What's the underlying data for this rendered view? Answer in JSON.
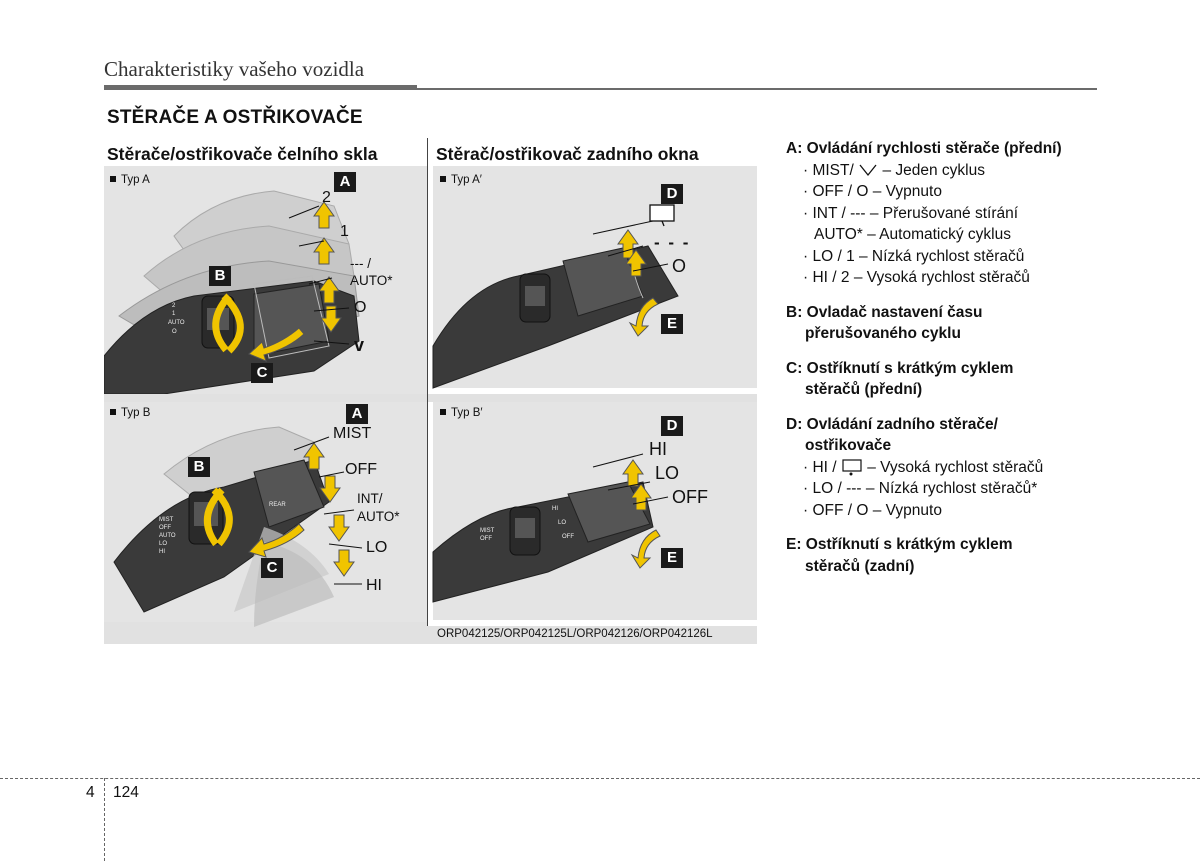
{
  "header": {
    "running_title": "Charakteristiky vašeho vozidla"
  },
  "section": {
    "title": "STĚRAČE A OSTŘIKOVAČE"
  },
  "figure": {
    "left_heading": "Stěrače/ostřikovače čelního skla",
    "right_heading": "Stěrač/ostřikovač zadního okna",
    "codes": "ORP042125/ORP042125L/ORP042126/ORP042126L",
    "quad_front_a": {
      "type_label": "Typ A",
      "letters": {
        "a": "A",
        "b": "B",
        "c": "C"
      },
      "labels": {
        "l2": "2",
        "l1": "1",
        "int": "--- /",
        "auto": "AUTO*",
        "o": "O",
        "v": "v"
      },
      "lever_labels": {
        "b1": "2",
        "b2": "1",
        "b3": "AUTO",
        "b4": "O"
      }
    },
    "quad_front_b": {
      "type_label": "Typ B",
      "letters": {
        "a": "A",
        "b": "B",
        "c": "C"
      },
      "labels": {
        "mist": "MIST",
        "off": "OFF",
        "int": "INT/",
        "auto": "AUTO*",
        "lo": "LO",
        "hi": "HI"
      },
      "lever_labels": {
        "b1": "MIST",
        "b2": "OFF",
        "b3": "AUTO",
        "b4": "LO",
        "b5": "HI",
        "rear": "REAR"
      }
    },
    "quad_rear_a": {
      "type_label": "Typ A′",
      "letters": {
        "d": "D",
        "e": "E"
      },
      "labels": {
        "dash": "- - -",
        "o": "O"
      }
    },
    "quad_rear_b": {
      "type_label": "Typ B′",
      "letters": {
        "d": "D",
        "e": "E"
      },
      "labels": {
        "hi": "HI",
        "lo": "LO",
        "off": "OFF"
      },
      "lever_labels": {
        "b1": "MIST",
        "b2": "OFF",
        "b3": "HI",
        "b4": "LO",
        "b5": "OFF"
      }
    }
  },
  "legend": {
    "a": {
      "head": "A: Ovládání rychlosti stěrače (přední)",
      "items": {
        "mist_prefix": "· MIST/",
        "mist_suffix": " – Jeden cyklus",
        "off": "· OFF / O – Vypnuto",
        "int": "· INT / --- – Přerušované stírání",
        "auto": "AUTO* – Automatický cyklus",
        "lo": "· LO / 1 – Nízká rychlost stěračů",
        "hi": "· HI / 2 – Vysoká rychlost stěračů"
      }
    },
    "b": {
      "head_1": "B: Ovladač nastavení času",
      "head_2": "přerušovaného cyklu"
    },
    "c": {
      "head_1": "C: Ostříknutí s krátkým cyklem",
      "head_2": "stěračů (přední)"
    },
    "d": {
      "head_1": "D: Ovládání zadního stěrače/",
      "head_2": "ostřikovače",
      "items": {
        "hi_prefix": "· HI /",
        "hi_suffix": " – Vysoká rychlost stěračů",
        "lo": "· LO / --- – Nízká rychlost stěračů*",
        "off": "· OFF / O – Vypnuto"
      }
    },
    "e": {
      "head_1": "E: Ostříknutí s krátkým cyklem",
      "head_2": "stěračů (zadní)"
    }
  },
  "footer": {
    "chapter": "4",
    "page": "124"
  }
}
